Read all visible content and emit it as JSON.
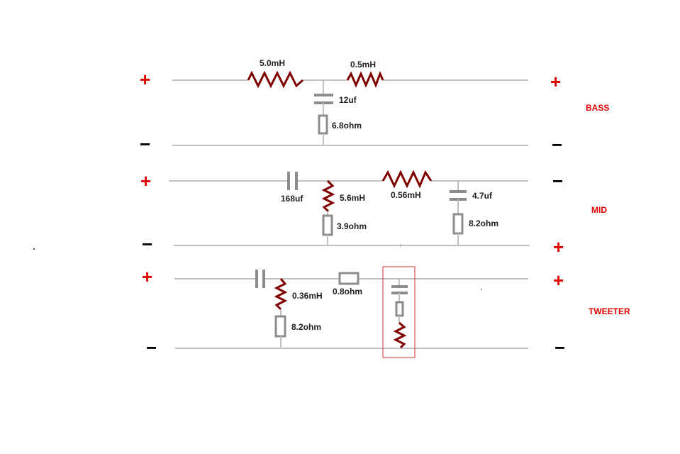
{
  "colors": {
    "wire": "#c0c0c0",
    "component": "#8c8c8c",
    "inductor": "#800000",
    "plus": "#e00000",
    "minus": "#000000",
    "section_label": "#e00000",
    "highlight_box": "#d03030"
  },
  "signs": {
    "plus": "+",
    "minus": "−"
  },
  "sections": {
    "bass": "BASS",
    "mid": "MID",
    "tweeter": "TWEETER"
  },
  "labels": {
    "bass_l1": "5.0mH",
    "bass_l2": "0.5mH",
    "bass_c": "12uf",
    "bass_r": "6.8ohm",
    "mid_c1": "168uf",
    "mid_l1": "5.6mH",
    "mid_r1": "3.9ohm",
    "mid_l2": "0.56mH",
    "mid_c2": "4.7uf",
    "mid_r2": "8.2ohm",
    "tw_l": "0.36mH",
    "tw_r1": "8.2ohm",
    "tw_r2": "0.8ohm"
  }
}
